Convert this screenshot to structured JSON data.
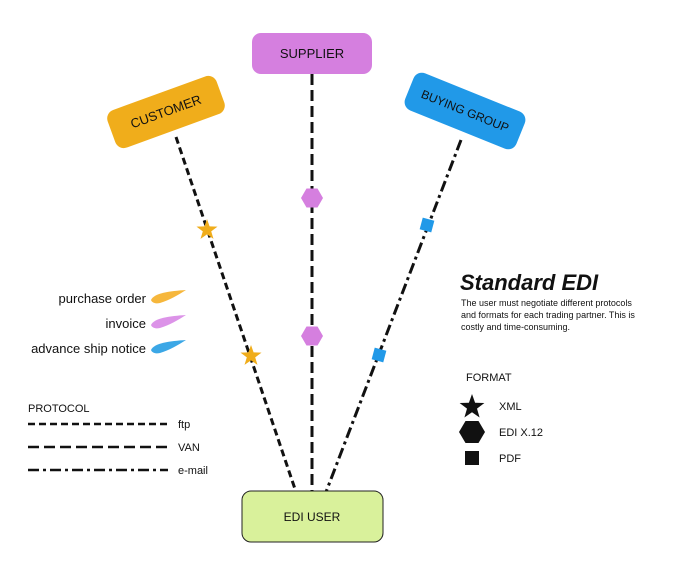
{
  "nodes": {
    "supplier": {
      "label": "SUPPLIER",
      "color": "#d57fdf"
    },
    "customer": {
      "label": "CUSTOMER",
      "color": "#f0ad1b"
    },
    "buying_group": {
      "label": "BUYING GROUP",
      "color": "#2199e8"
    },
    "edi_user": {
      "label": "EDI USER",
      "color": "#d9f19b"
    }
  },
  "documents": [
    {
      "label": "purchase order",
      "color": "#f6b73c"
    },
    {
      "label": "invoice",
      "color": "#dc93e8"
    },
    {
      "label": "advance ship notice",
      "color": "#3ba7e6"
    }
  ],
  "protocol": {
    "heading": "PROTOCOL",
    "items": [
      {
        "label": "ftp",
        "style": "dashed"
      },
      {
        "label": "VAN",
        "style": "long-dash"
      },
      {
        "label": "e-mail",
        "style": "dash-dot"
      }
    ]
  },
  "standard": {
    "title": "Standard EDI",
    "description": [
      "The user must negotiate different protocols",
      "and formats for each trading partner. This is",
      "costly and time-consuming."
    ]
  },
  "format": {
    "heading": "FORMAT",
    "items": [
      {
        "label": "XML",
        "shape": "star-icon"
      },
      {
        "label": "EDI X.12",
        "shape": "hexagon-icon"
      },
      {
        "label": "PDF",
        "shape": "square-icon"
      }
    ]
  }
}
